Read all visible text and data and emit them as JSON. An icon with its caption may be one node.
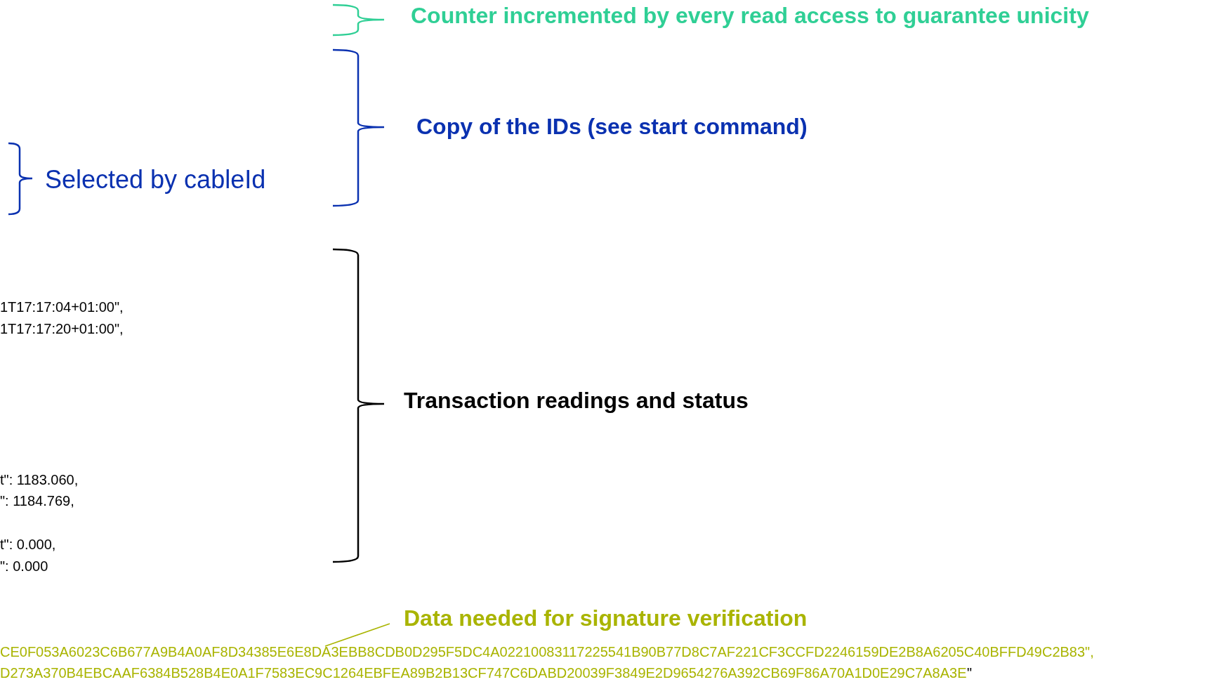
{
  "diagram": {
    "nodes": [
      {
        "text": [
          "Data needed for signature verification"
        ]
      },
      {
        "text": [
          "CE0F053A6023C6B677A9B4A0AF8D34385E6E8DA3EBB8CDB0D295F5DC4A02210083117225541B90B77D8C7AF221CF3CCFD2246159DE2B8A6205C40BFFD49C2B83\","
        ]
      }
    ],
    "edges": [
      {
        "from": 0,
        "to": 1,
        "arrow": "none"
      }
    ],
    "labels": [
      "Counter incremented by every read access to guarantee unicity",
      "Copy of the IDs (see start command)",
      "Selected by cableId",
      "1T17:17:04+01:00\",",
      "1T17:17:20+01:00\",",
      "Transaction readings and status",
      "t\": 1183.060,",
      "\": 1184.769,",
      "t\": 0.000,",
      "\": 0.000",
      "D273A370B4EBCAAF6384B528B4E0A1F7583EC9C1264EBFEA89B2B13CF747C6DABD20039F3849E2D9654276A392CB69F86A70A1D0E29C7A8A3E",
      "\""
    ]
  }
}
